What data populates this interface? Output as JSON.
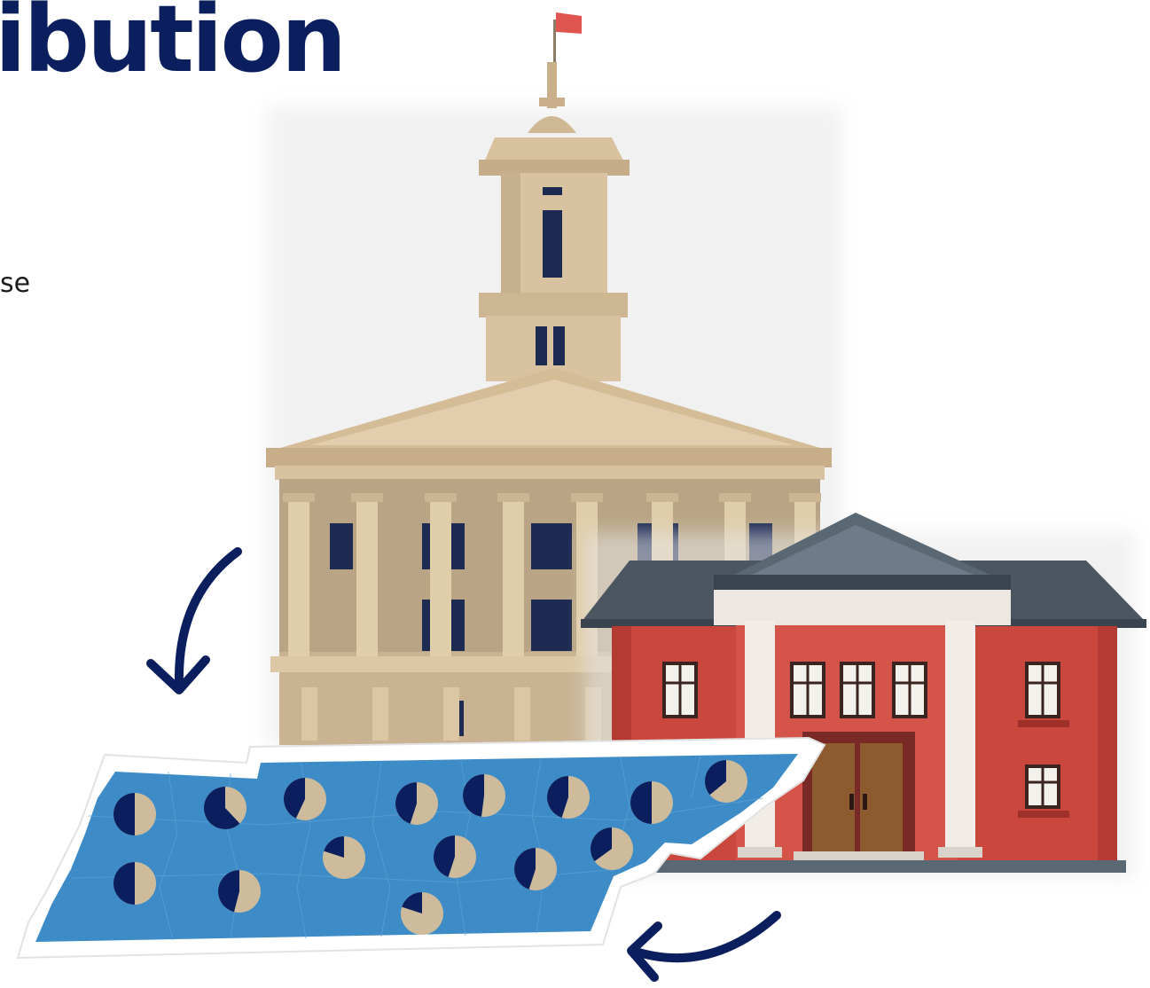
{
  "heading": {
    "title_fragment": "ibution"
  },
  "body_text": {
    "fragment": "se"
  },
  "colors": {
    "navy": "#0b1f5e",
    "capitol_stone": "#d9c2a0",
    "capitol_shade": "#b7a285",
    "brick": "#c9473d",
    "roof": "#4b5661",
    "map_blue": "#3d8cc8",
    "pie_fill": "#cdbb9c",
    "flag": "#e0554f"
  },
  "icons": {
    "arrow_a": "curved-arrow-down-icon",
    "arrow_b": "curved-arrow-left-icon",
    "capitol": "capitol-building-illustration",
    "schoolhouse": "brick-school-building-illustration",
    "state_map": "tennessee-map-illustration"
  },
  "map_pies": [
    {
      "share": 0.5
    },
    {
      "share": 0.62
    },
    {
      "share": 0.43
    },
    {
      "share": 0.45
    },
    {
      "share": 0.48
    },
    {
      "share": 0.45
    },
    {
      "share": 0.5
    },
    {
      "share": 0.36
    },
    {
      "share": 0.5
    },
    {
      "share": 0.46
    },
    {
      "share": 0.2
    },
    {
      "share": 0.45
    },
    {
      "share": 0.45
    },
    {
      "share": 0.35
    },
    {
      "share": 0.2
    }
  ]
}
